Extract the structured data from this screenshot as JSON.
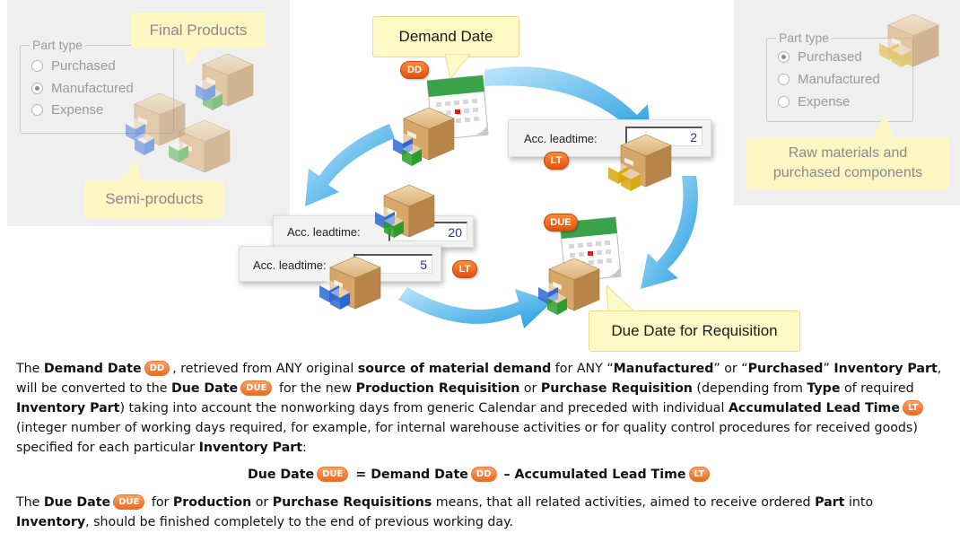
{
  "left_panel": {
    "group_title": "Part type",
    "options": [
      "Purchased",
      "Manufactured",
      "Expense"
    ],
    "selected": "Manufactured",
    "callout_top": "Final Products",
    "callout_bottom": "Semi-products"
  },
  "right_panel": {
    "group_title": "Part type",
    "options": [
      "Purchased",
      "Manufactured",
      "Expense"
    ],
    "selected": "Purchased",
    "callout_line1": "Raw materials and",
    "callout_line2": "purchased components"
  },
  "diagram": {
    "demand_date_label": "Demand Date",
    "due_date_label": "Due Date for Requisition",
    "badge_dd": "DD",
    "badge_due": "DUE",
    "badge_lt": "LT",
    "field_label": "Acc. leadtime:",
    "leadtime_right": "2",
    "leadtime_mid": "20",
    "leadtime_low": "5"
  },
  "text": {
    "p1": [
      {
        "t": "The "
      },
      {
        "b": "Demand Date"
      },
      {
        "badge": "DD"
      },
      {
        "t": ", retrieved from ANY original "
      },
      {
        "b": "source of material demand"
      },
      {
        "t": " for ANY “"
      },
      {
        "b": "Manufactured"
      },
      {
        "t": "” or “"
      },
      {
        "b": "Purchased"
      },
      {
        "t": "” "
      },
      {
        "b": "Inventory Part"
      },
      {
        "t": ", will be converted to the "
      },
      {
        "b": "Due Date"
      },
      {
        "badge": "DUE"
      },
      {
        "t": " for the new "
      },
      {
        "b": "Production Requisition"
      },
      {
        "t": " or "
      },
      {
        "b": "Purchase Requisition"
      },
      {
        "t": " (depending from "
      },
      {
        "b": "Type"
      },
      {
        "t": " of required "
      },
      {
        "b": "Inventory Part"
      },
      {
        "t": ") taking into account the nonworking days from generic Calendar and preceded with individual "
      },
      {
        "b": "Accumulated Lead Time"
      },
      {
        "badge": "LT"
      },
      {
        "t": " (integer number of working days required, for example, for internal warehouse activities or for quality control procedures for received goods) specified for each particular "
      },
      {
        "b": "Inventory Part"
      },
      {
        "t": ":"
      }
    ],
    "formula": [
      {
        "b": "Due Date"
      },
      {
        "badge": "DUE"
      },
      {
        "t": " = "
      },
      {
        "b": "Demand Date"
      },
      {
        "badge": "DD"
      },
      {
        "t": " – "
      },
      {
        "b": "Accumulated Lead Time"
      },
      {
        "badge": "LT"
      }
    ],
    "p2": [
      {
        "t": "The "
      },
      {
        "b": "Due Date"
      },
      {
        "badge": "DUE"
      },
      {
        "t": " for "
      },
      {
        "b": "Production"
      },
      {
        "t": " or "
      },
      {
        "b": "Purchase Requisitions"
      },
      {
        "t": " means, that all related activities, aimed to receive ordered "
      },
      {
        "b": "Part"
      },
      {
        "t": " into "
      },
      {
        "b": "Inventory"
      },
      {
        "t": ", should be finished completely to the end of previous working day."
      }
    ]
  }
}
